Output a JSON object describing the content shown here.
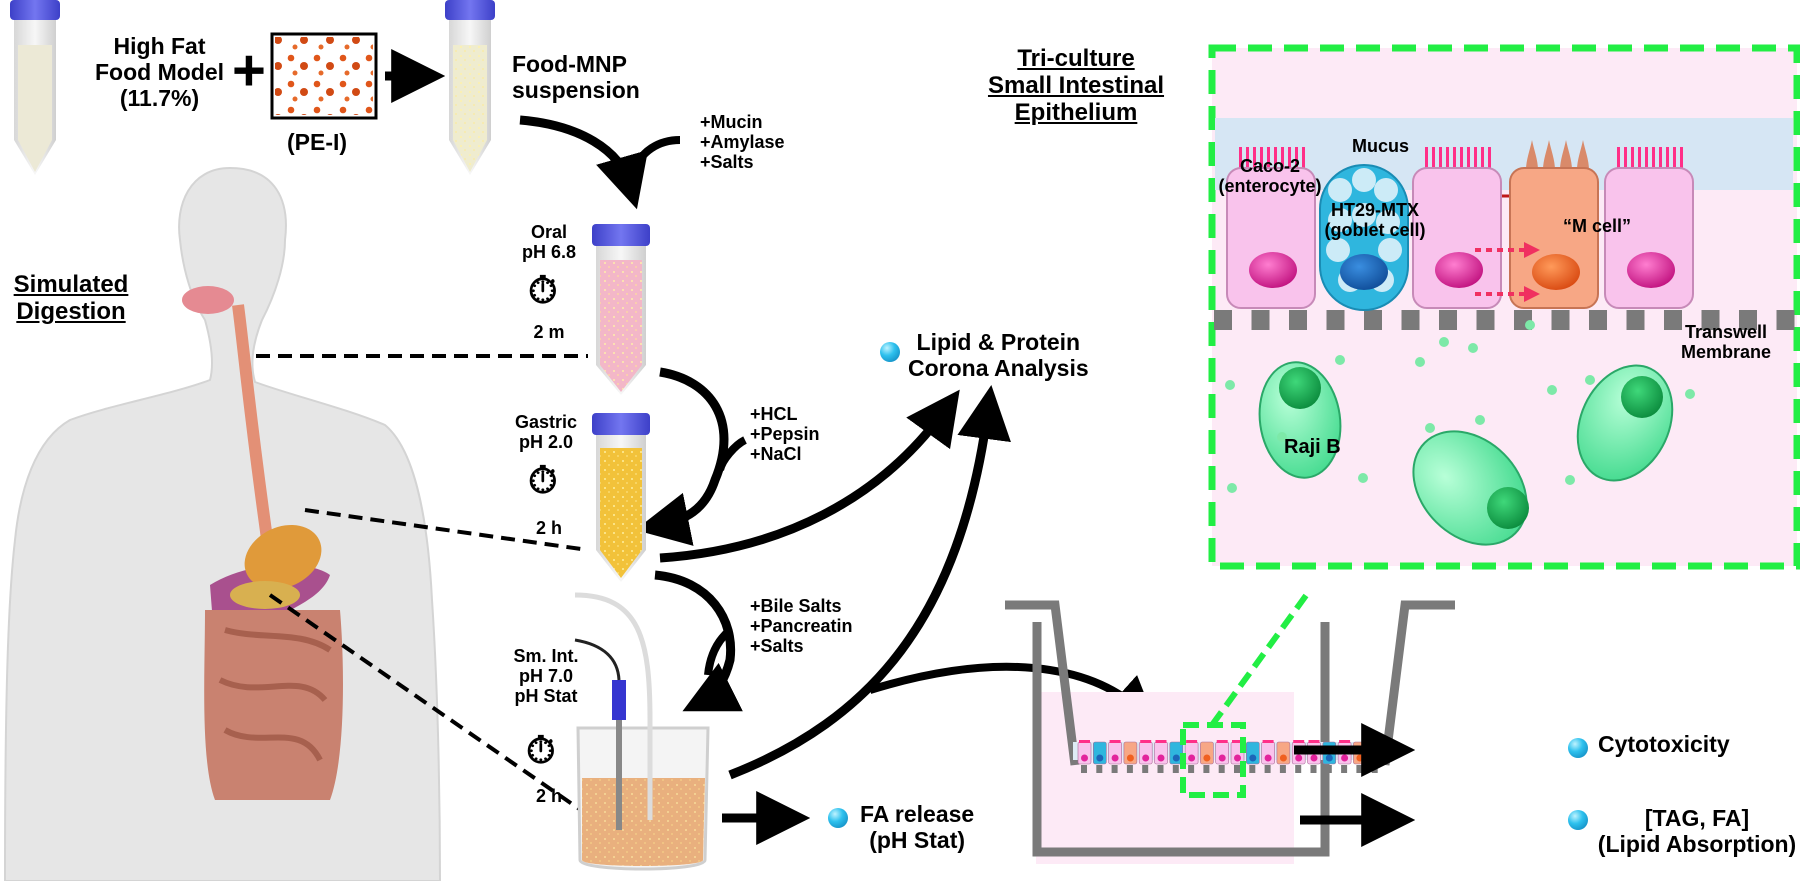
{
  "inputs": {
    "food_model": [
      "High Fat",
      "Food Model",
      "(11.7%)"
    ],
    "plus_sign": "+",
    "particle_label": "(PE-I)",
    "suspension": [
      "Food-MNP",
      "suspension"
    ]
  },
  "stages": [
    {
      "name": "Oral",
      "ph": "pH 6.8",
      "time": "2 m",
      "additives": [
        "+Mucin",
        "+Amylase",
        "+Salts"
      ],
      "tube_color": "#f3b7c8"
    },
    {
      "name": "Gastric",
      "ph": "pH 2.0",
      "time": "2 h",
      "additives": [
        "+HCL",
        "+Pepsin",
        "+NaCl"
      ],
      "tube_color": "#f2c23a"
    },
    {
      "name": "Sm. Int.",
      "ph": "pH 7.0",
      "extra": "pH Stat",
      "time": "2 h",
      "additives": [
        "+Bile Salts",
        "+Pancreatin",
        "+Salts"
      ],
      "beaker_color": "#e9b07e"
    }
  ],
  "section_titles": {
    "digestion": [
      "Simulated",
      "Digestion"
    ],
    "epithelium": [
      "Tri-culture",
      "Small Intestinal",
      "Epithelium"
    ]
  },
  "outputs": {
    "corona": [
      "Lipid & Protein",
      "Corona Analysis"
    ],
    "fa_release": [
      "FA release",
      "(pH Stat)"
    ],
    "cytotoxicity": "Cytotoxicity",
    "absorption": [
      "[TAG, FA]",
      "(Lipid Absorption)"
    ]
  },
  "cells": {
    "caco2": [
      "Caco-2",
      "(enterocyte)"
    ],
    "mucus": "Mucus",
    "ht29": [
      "HT29-MTX",
      "(goblet cell)"
    ],
    "m_cell": "“M cell”",
    "membrane": [
      "Transwell",
      "Membrane"
    ],
    "raji": "Raji B"
  },
  "colors": {
    "cap": "#5b5ee0",
    "inset_border": "#22ee44",
    "inset_bg": "#fdeaf6",
    "mucus": "#d6e6f4",
    "enterocyte": "#f9c3ec",
    "enterocyte_nucleus": "#e2239c",
    "goblet": "#2fb6de",
    "goblet_nucleus": "#1c66b8",
    "m_cell": "#f7a785",
    "m_nucleus": "#f06020",
    "microvilli": "#ff2f88",
    "raji": "#6ff0a8",
    "raji_nucleus": "#12b050",
    "membrane": "#7a7a7a",
    "bullet": "#1fb5e8"
  }
}
